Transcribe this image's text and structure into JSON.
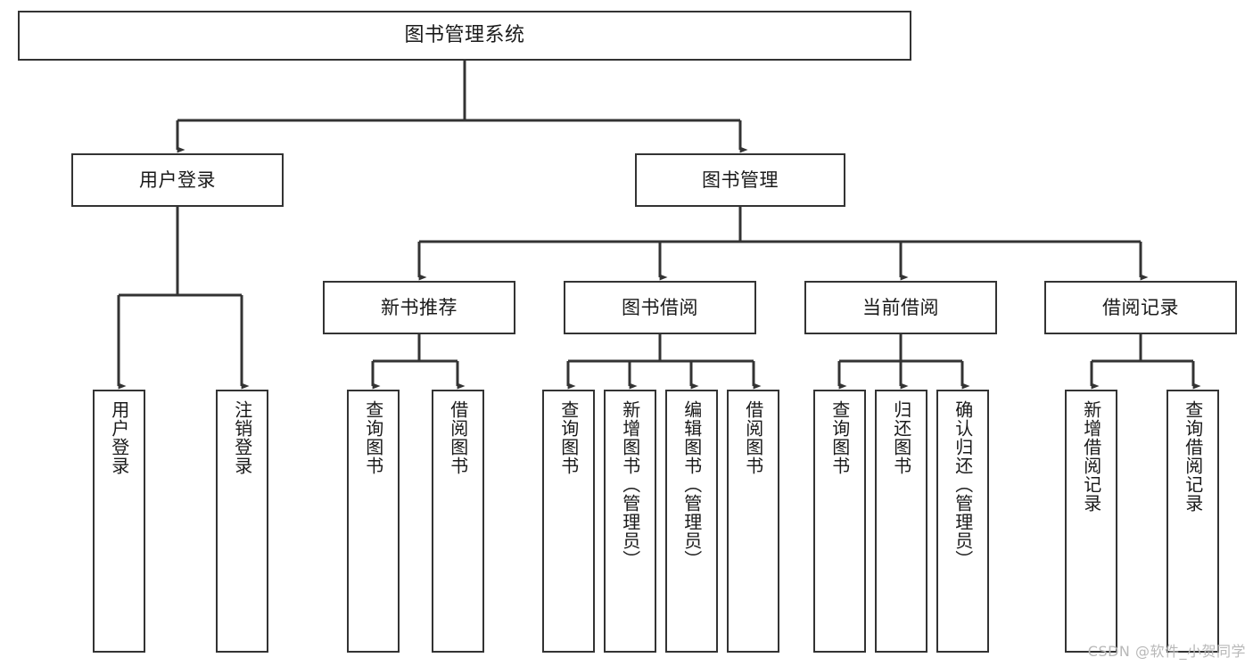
{
  "diagram": {
    "title": "图书管理系统",
    "type": "tree",
    "orientation": "top-down",
    "line_color": "#333333",
    "box_fill": "#ffffff",
    "text_color": "#1a1a1a",
    "nodes": {
      "root": {
        "label": "图书管理系统"
      },
      "level2": [
        {
          "id": "user-login",
          "label": "用户登录"
        },
        {
          "id": "book-manage",
          "label": "图书管理"
        }
      ],
      "level3": [
        {
          "id": "new-book-recommend",
          "label": "新书推荐"
        },
        {
          "id": "book-borrow",
          "label": "图书借阅"
        },
        {
          "id": "current-borrow",
          "label": "当前借阅"
        },
        {
          "id": "borrow-record",
          "label": "借阅记录"
        }
      ],
      "leaves": {
        "user-login": [
          {
            "id": "leaf-user-login",
            "label": "用户登录"
          },
          {
            "id": "leaf-user-logout",
            "label": "注销登录"
          }
        ],
        "new-book-recommend": [
          {
            "id": "leaf-query-book-1",
            "label": "查询图书"
          },
          {
            "id": "leaf-borrow-book-1",
            "label": "借阅图书"
          }
        ],
        "book-borrow": [
          {
            "id": "leaf-query-book-2",
            "label": "查询图书"
          },
          {
            "id": "leaf-add-book",
            "label": "新增图书（管理员）"
          },
          {
            "id": "leaf-edit-book",
            "label": "编辑图书（管理员）"
          },
          {
            "id": "leaf-borrow-book-2",
            "label": "借阅图书"
          }
        ],
        "current-borrow": [
          {
            "id": "leaf-query-book-3",
            "label": "查询图书"
          },
          {
            "id": "leaf-return-book",
            "label": "归还图书"
          },
          {
            "id": "leaf-confirm-return",
            "label": "确认归还（管理员）"
          }
        ],
        "borrow-record": [
          {
            "id": "leaf-add-record",
            "label": "新增借阅记录"
          },
          {
            "id": "leaf-query-record",
            "label": "查询借阅记录"
          }
        ]
      }
    }
  },
  "watermark": {
    "text": "CSDN @软件_小贺同学"
  }
}
